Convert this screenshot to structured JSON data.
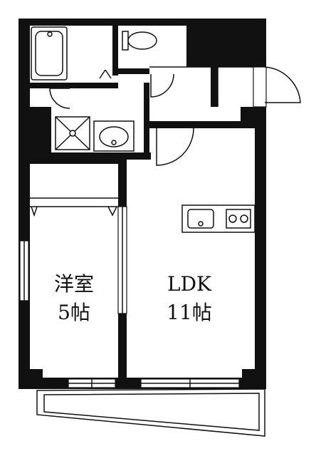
{
  "rooms": {
    "western_room": {
      "name": "洋室",
      "size": "5帖"
    },
    "ldk": {
      "name": "LDK",
      "size": "11帖"
    }
  },
  "colors": {
    "wall": "#111111",
    "background": "#ffffff"
  },
  "icons": [
    "bathtub-icon",
    "toilet-icon",
    "washbasin-icon",
    "washing-machine-pan-icon",
    "kitchen-sink-icon",
    "gas-stove-icon"
  ]
}
